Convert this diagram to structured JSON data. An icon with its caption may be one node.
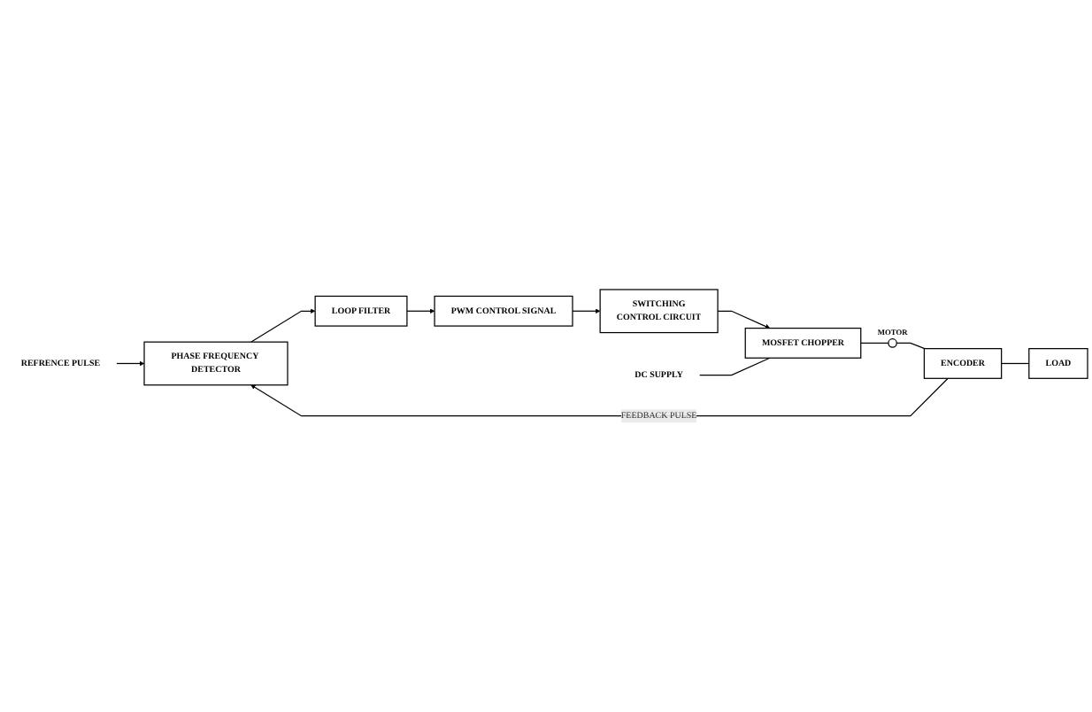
{
  "diagram": {
    "nodes": [
      {
        "text": [
          "REFRENCE PULSE"
        ]
      },
      {
        "text": [
          "PHASE FREQUENCY DETECTOR"
        ]
      },
      {
        "text": [
          "LOOP FILTER"
        ]
      },
      {
        "text": [
          "PWM CONTROL SIGNAL"
        ]
      },
      {
        "text": [
          "SWITCHING",
          "CONTROL CIRCUIT"
        ]
      },
      {
        "text": [
          "DC SUPPLY"
        ]
      },
      {
        "text": [
          "MOSFET CHOPPER"
        ]
      },
      {
        "text": [],
        "shape": "circle",
        "beside": [
          "MOTOR"
        ]
      },
      {
        "text": [
          "ENCODER"
        ]
      },
      {
        "text": [
          "LOAD"
        ]
      }
    ],
    "edges": [
      {
        "from": 0,
        "to": 1,
        "arrow": "to"
      },
      {
        "from": 1,
        "to": 2,
        "arrow": "to"
      },
      {
        "from": 2,
        "to": 3,
        "arrow": "to"
      },
      {
        "from": 3,
        "to": 4,
        "arrow": "to"
      },
      {
        "from": 4,
        "to": 6,
        "arrow": "to"
      },
      {
        "from": 5,
        "to": 6,
        "arrow": "none"
      },
      {
        "from": 6,
        "to": 7,
        "arrow": "none"
      },
      {
        "from": 7,
        "to": 8,
        "arrow": "none"
      },
      {
        "from": 8,
        "to": 9,
        "arrow": "none"
      },
      {
        "from": 8,
        "to": 1,
        "arrow": "to",
        "label": "FEEDBACK PULSE"
      }
    ]
  }
}
